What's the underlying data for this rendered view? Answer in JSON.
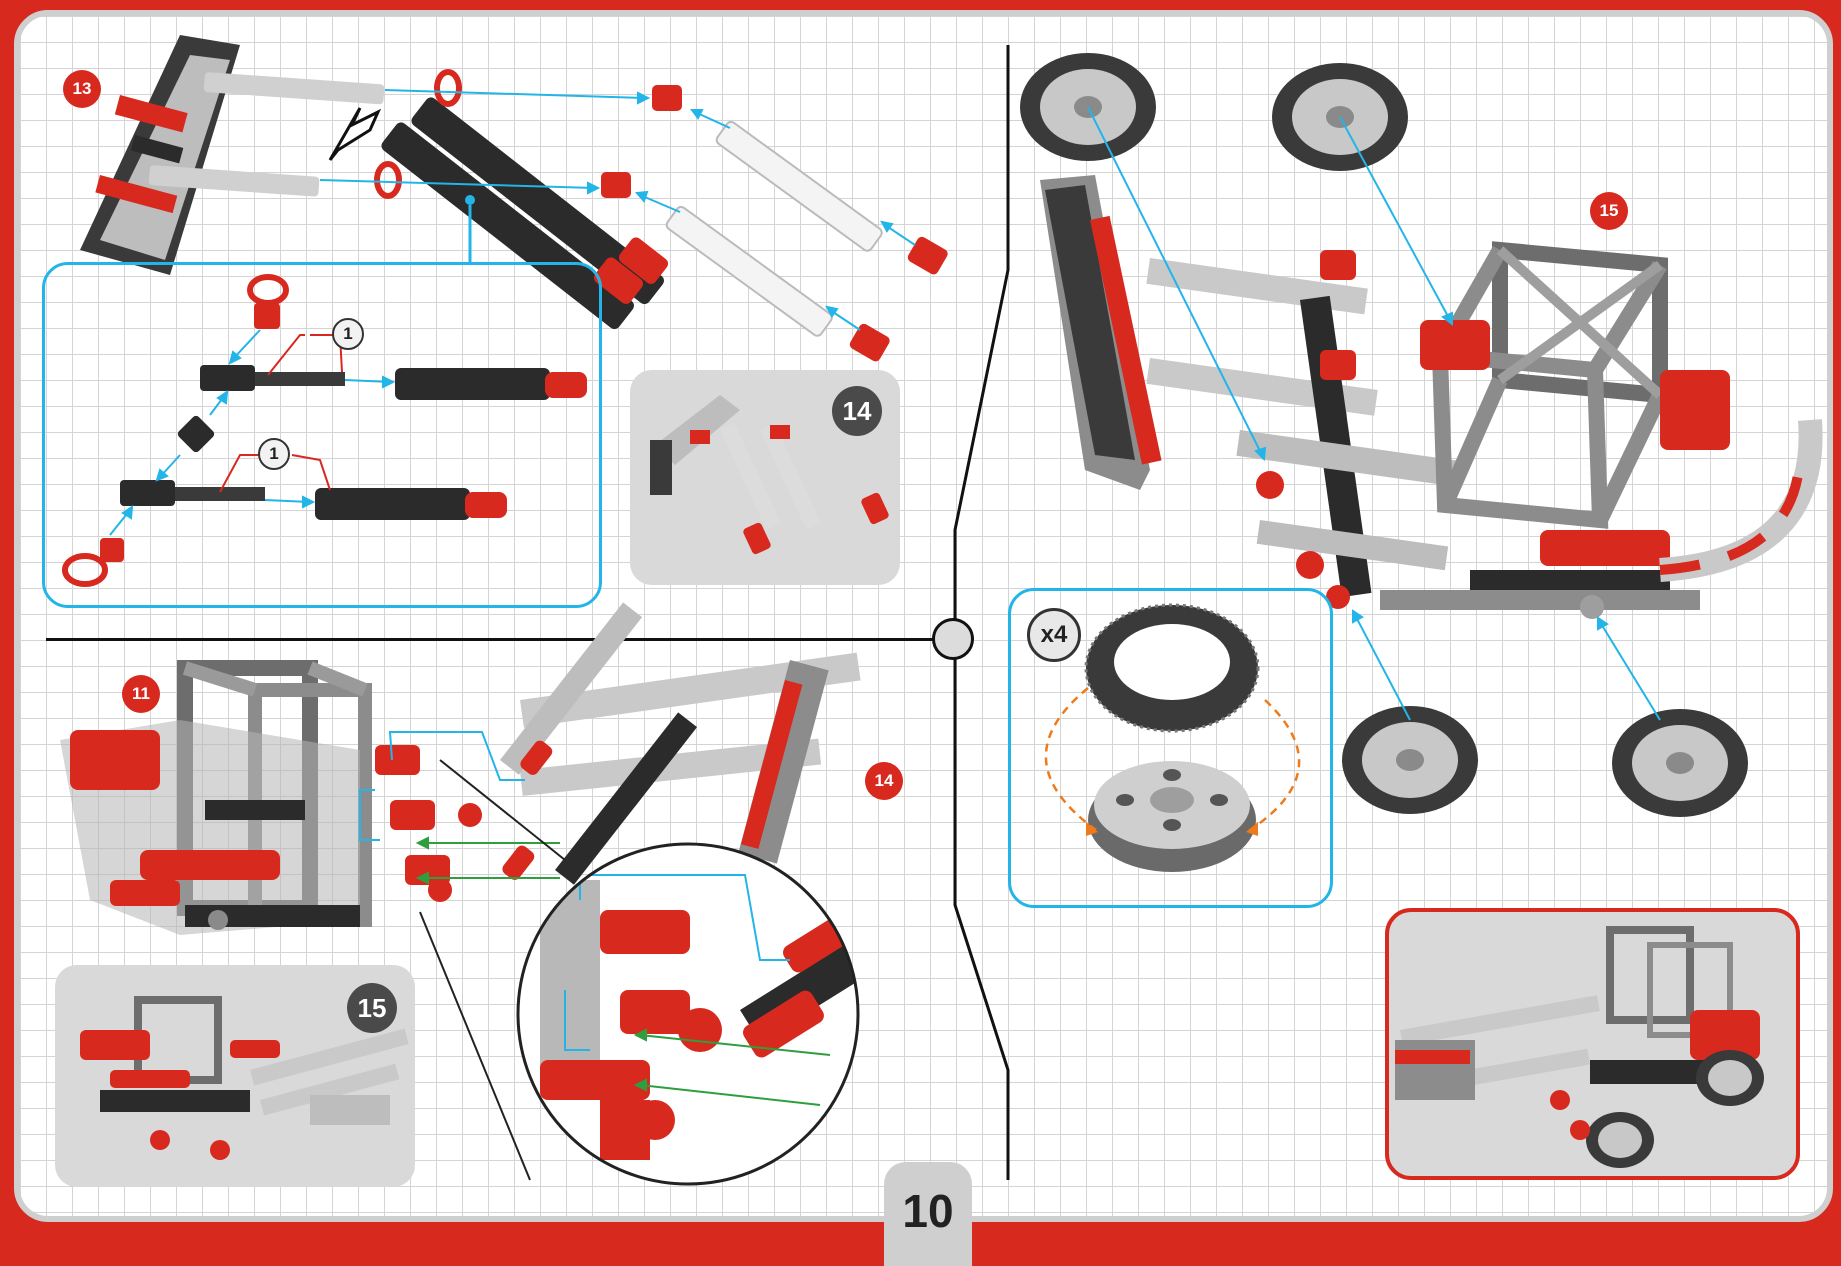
{
  "page_number": "10",
  "steps": {
    "step13": "13",
    "step14_thumb": "14",
    "step14": "14",
    "step11": "11",
    "step15_thumb": "15",
    "step15": "15"
  },
  "quantity_labels": {
    "q1_top": "1",
    "q1_bottom": "1",
    "x4": "x4"
  },
  "colors": {
    "accent_red": "#d8291f",
    "callout_blue": "#23b5e8",
    "guide_green": "#2e9e3f",
    "guide_orange": "#f07a1a",
    "part_gray": "#9e9e9e",
    "part_black": "#2b2b2b"
  }
}
